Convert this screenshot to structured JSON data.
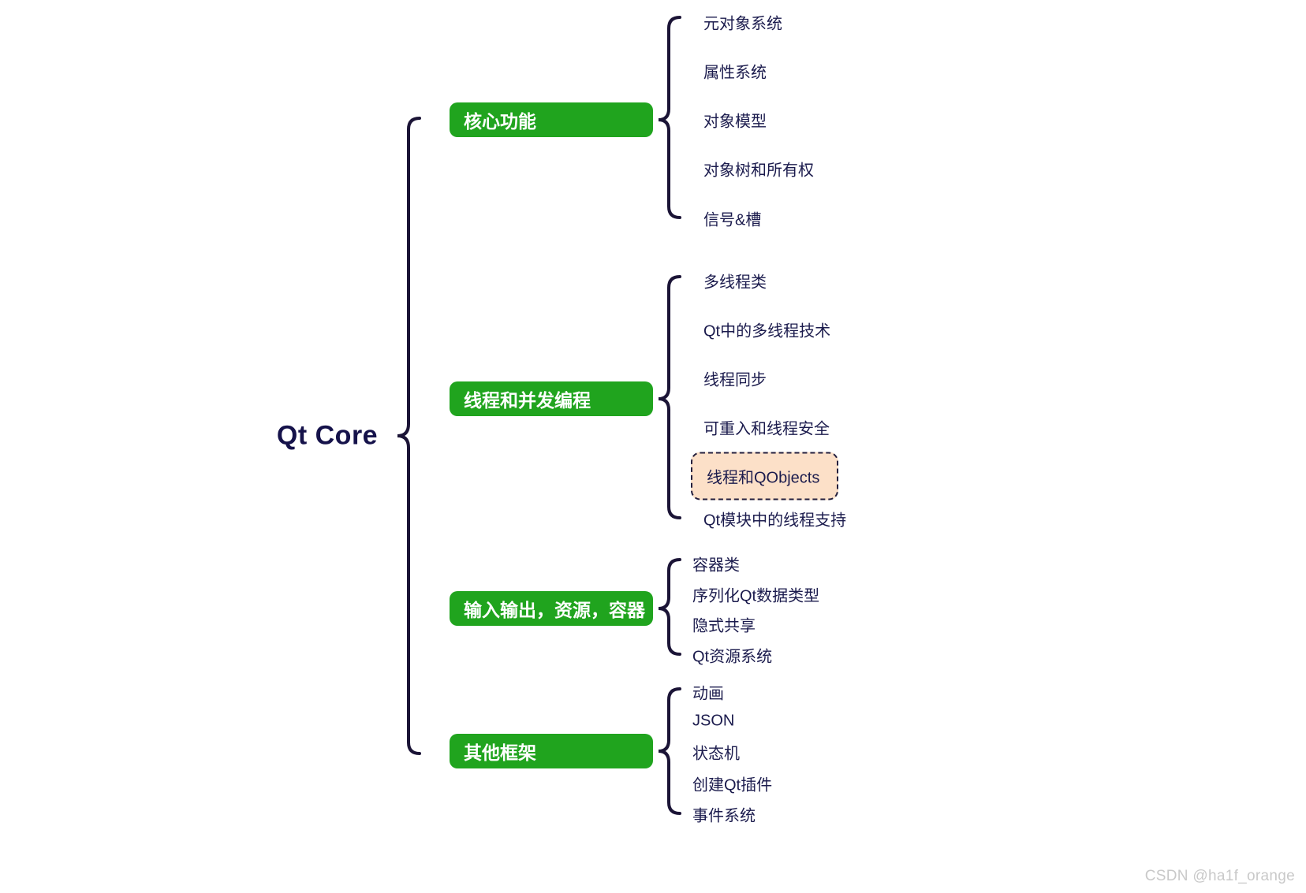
{
  "diagram": {
    "type": "mindmap",
    "title": "Qt Core",
    "watermark": "CSDN @ha1f_orange",
    "colors": {
      "branch_fill": "#20a41e",
      "branch_text": "#ffffff",
      "leaf_text": "#1b1b4d",
      "brace_stroke": "#1b1436",
      "highlight_fill": "#fce0c8",
      "highlight_border": "#241f3d",
      "background": "#ffffff",
      "watermark_text": "#c9c9c9"
    },
    "root": {
      "label": "Qt Core"
    },
    "branches": [
      {
        "label": "核心功能",
        "leaves": [
          {
            "label": "元对象系统",
            "highlighted": false
          },
          {
            "label": "属性系统",
            "highlighted": false
          },
          {
            "label": "对象模型",
            "highlighted": false
          },
          {
            "label": "对象树和所有权",
            "highlighted": false
          },
          {
            "label": "信号&槽",
            "highlighted": false
          }
        ]
      },
      {
        "label": "线程和并发编程",
        "leaves": [
          {
            "label": "多线程类",
            "highlighted": false
          },
          {
            "label": "Qt中的多线程技术",
            "highlighted": false
          },
          {
            "label": "线程同步",
            "highlighted": false
          },
          {
            "label": "可重入和线程安全",
            "highlighted": false
          },
          {
            "label": "线程和QObjects",
            "highlighted": true
          },
          {
            "label": "Qt模块中的线程支持",
            "highlighted": false
          }
        ]
      },
      {
        "label": "输入输出，资源，容器",
        "leaves": [
          {
            "label": "容器类",
            "highlighted": false
          },
          {
            "label": "序列化Qt数据类型",
            "highlighted": false
          },
          {
            "label": "隐式共享",
            "highlighted": false
          },
          {
            "label": "Qt资源系统",
            "highlighted": false
          }
        ]
      },
      {
        "label": "其他框架",
        "leaves": [
          {
            "label": "动画",
            "highlighted": false
          },
          {
            "label": "JSON",
            "highlighted": false
          },
          {
            "label": "状态机",
            "highlighted": false
          },
          {
            "label": "创建Qt插件",
            "highlighted": false
          },
          {
            "label": "事件系统",
            "highlighted": false
          }
        ]
      }
    ]
  }
}
